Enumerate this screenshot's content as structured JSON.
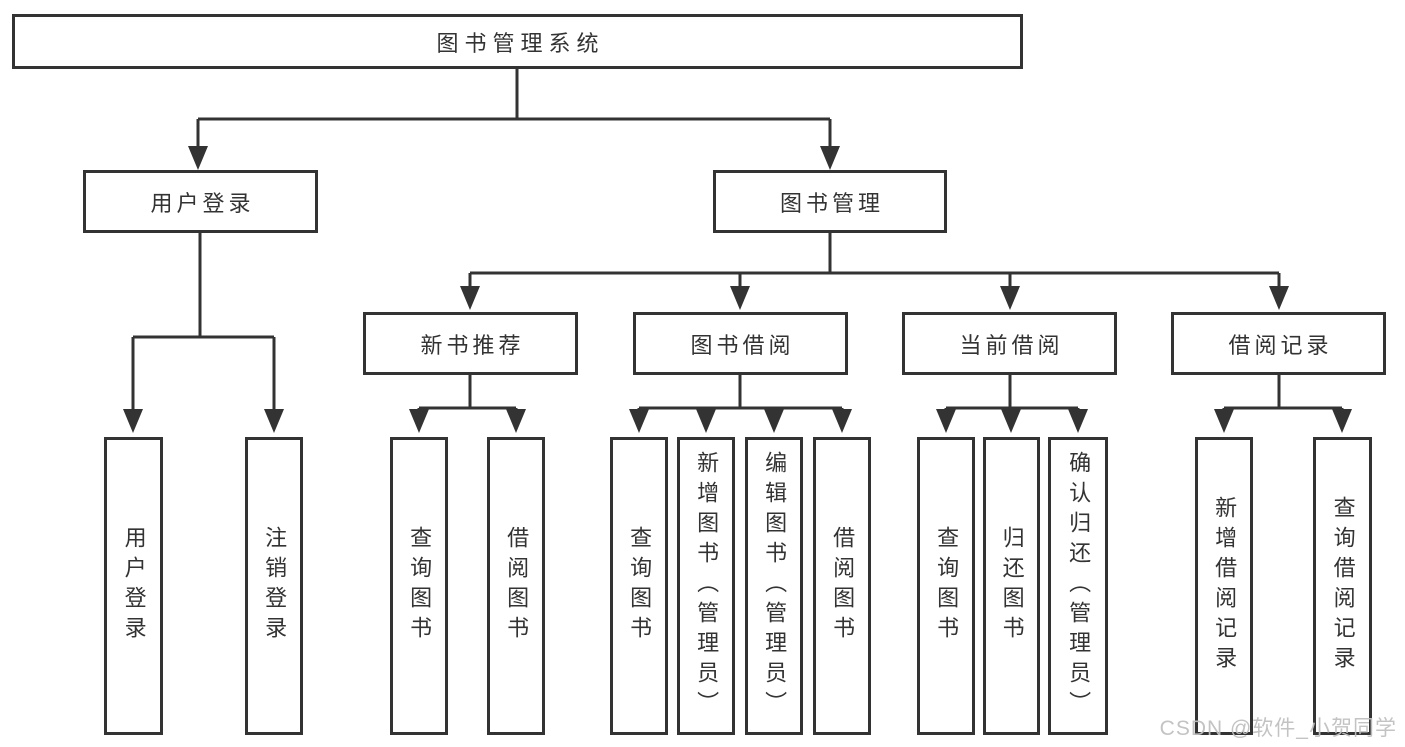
{
  "diagram": {
    "root": "图书管理系统",
    "branches": [
      {
        "label": "用户登录",
        "children": [
          "用户登录",
          "注销登录"
        ]
      },
      {
        "label": "图书管理",
        "groups": [
          {
            "label": "新书推荐",
            "children": [
              "查询图书",
              "借阅图书"
            ]
          },
          {
            "label": "图书借阅",
            "children": [
              "查询图书",
              "新增图书（管理员）",
              "编辑图书（管理员）",
              "借阅图书"
            ]
          },
          {
            "label": "当前借阅",
            "children": [
              "查询图书",
              "归还图书",
              "确认归还（管理员）"
            ]
          },
          {
            "label": "借阅记录",
            "children": [
              "新增借阅记录",
              "查询借阅记录"
            ]
          }
        ]
      }
    ]
  },
  "watermark": "CSDN @软件_小贺同学",
  "colors": {
    "line": "#333333",
    "box_border": "#333333",
    "text": "#333333",
    "watermark": "#c0c0c0",
    "background": "#ffffff"
  }
}
